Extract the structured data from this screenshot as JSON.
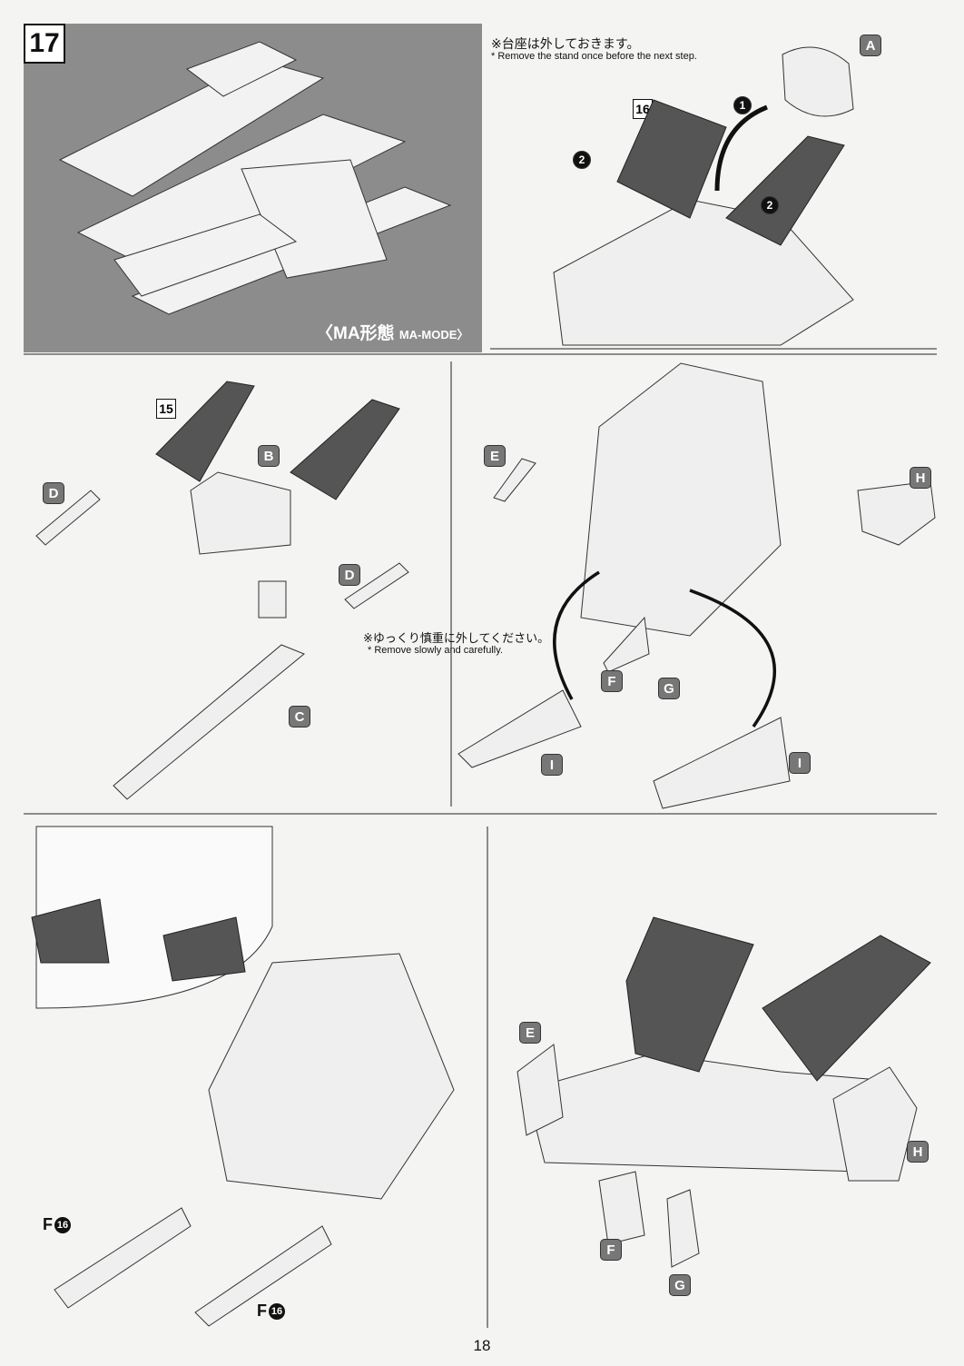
{
  "step": {
    "number": "17"
  },
  "mode_label": {
    "ja": "〈MA形態",
    "en": "MA-MODE〉"
  },
  "notes": {
    "stand_ja": "※台座は外しておきます。",
    "stand_en": "* Remove the stand once before the next step.",
    "slow_ja": "※ゆっくり慎重に外してください。",
    "slow_en": "* Remove slowly and carefully."
  },
  "refs": {
    "ref16": "16",
    "ref15": "15",
    "f16": "F",
    "f16_circle": "16"
  },
  "parts": {
    "A": "A",
    "B": "B",
    "C": "C",
    "D": "D",
    "E": "E",
    "F": "F",
    "G": "G",
    "H": "H",
    "I": "I"
  },
  "order_marks": {
    "one": "1",
    "two": "2"
  },
  "page_number": "18",
  "colors": {
    "dark_panel": "#8c8c8c",
    "dark_part": "#555555",
    "badge": "#777777"
  }
}
